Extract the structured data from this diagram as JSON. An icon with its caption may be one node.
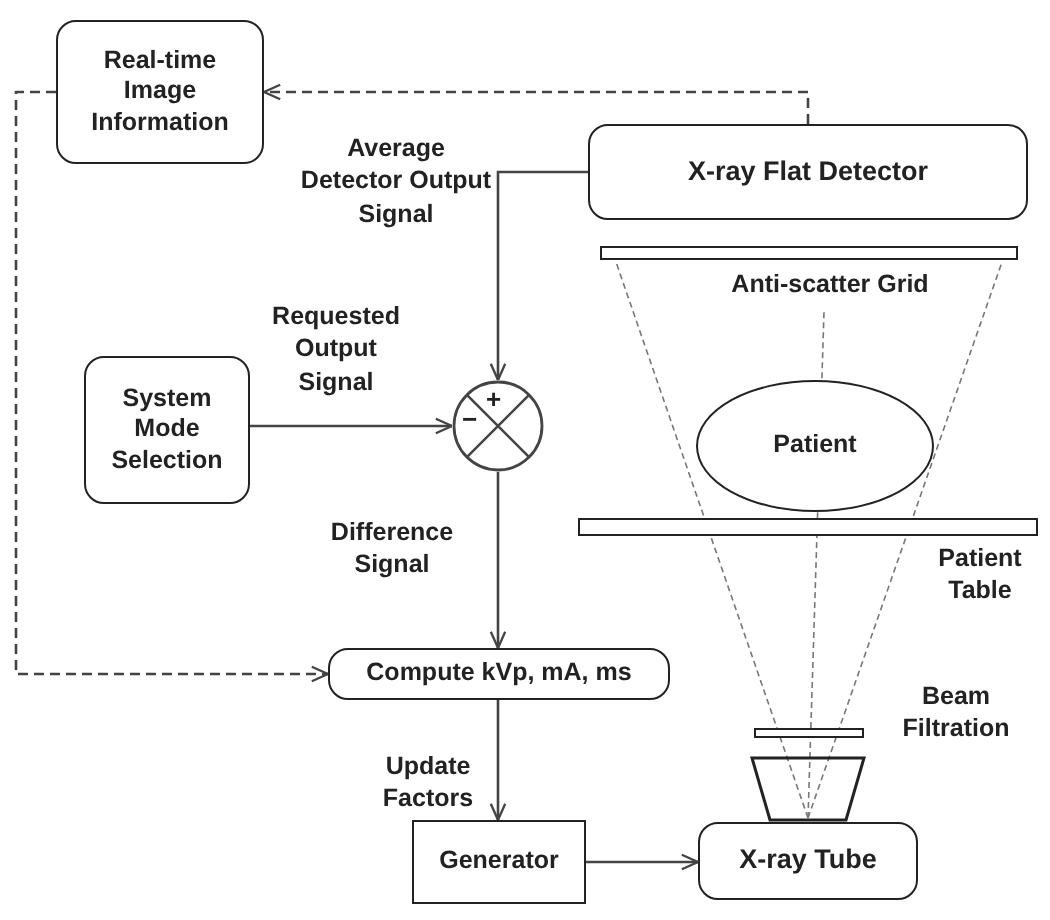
{
  "diagram": {
    "nodes": [
      {
        "text": [
          "Real-time Image Information"
        ]
      },
      {
        "text": [
          "X-ray Flat Detector"
        ]
      },
      {
        "text": [],
        "shape": "bar",
        "beside": [
          "Anti-scatter Grid"
        ]
      },
      {
        "text": [
          "System Mode Selection"
        ]
      },
      {
        "text": [
          "+",
          "−"
        ]
      },
      {
        "text": [
          "Patient"
        ]
      },
      {
        "text": [],
        "shape": "bar",
        "beside": [
          "Patient Table"
        ]
      },
      {
        "text": [
          "Compute kVp, mA, ms"
        ]
      },
      {
        "text": [],
        "shape": "bar",
        "beside": [
          "Beam Filtration"
        ]
      },
      {
        "text": [
          "Generator"
        ]
      },
      {
        "text": [
          "X-ray Tube"
        ]
      }
    ],
    "edges": [
      {
        "from": 1,
        "to": 0,
        "arrow": "to",
        "style": "dashed"
      },
      {
        "from": 0,
        "to": 7,
        "arrow": "to",
        "style": "dashed"
      },
      {
        "from": 1,
        "to": 4,
        "arrow": "to",
        "label": "Average Detector Output Signal"
      },
      {
        "from": 3,
        "to": 4,
        "arrow": "to",
        "label": "Requested Output Signal"
      },
      {
        "from": 4,
        "to": 7,
        "arrow": "to",
        "label": "Difference Signal"
      },
      {
        "from": 7,
        "to": 9,
        "arrow": "to",
        "label": "Update Factors"
      },
      {
        "from": 9,
        "to": 10,
        "arrow": "to"
      }
    ]
  }
}
